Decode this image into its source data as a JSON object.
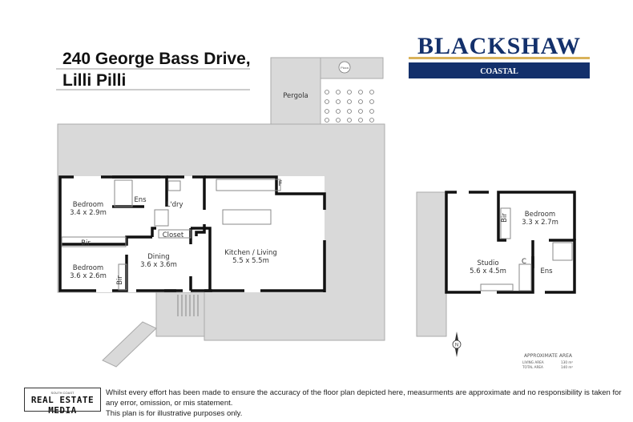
{
  "title": {
    "line1": "240 George Bass Drive,",
    "line2": "Lilli Pilli"
  },
  "brand": {
    "name": "BLACKSHAW",
    "sub": "COASTAL",
    "navy": "#13306b",
    "gold": "#d9b25a"
  },
  "rooms": {
    "pergola": "Pergola",
    "pizza": "Pizza",
    "bedroom1": {
      "name": "Bedroom",
      "size": "3.4 x 2.9m"
    },
    "ens1": "Ens",
    "laundry": "L'dry",
    "closet": "Closet",
    "bir1": "Bir",
    "bedroom2": {
      "name": "Bedroom",
      "size": "3.6 x 2.6m"
    },
    "bir2": "Bir",
    "dining": {
      "name": "Dining",
      "size": "3.6 x 3.6m"
    },
    "kitchen": {
      "name": "Kitchen / Living",
      "size": "5.5 x 5.5m"
    },
    "fridge": "F",
    "bedroom3": {
      "name": "Bedroom",
      "size": "3.3 x 2.7m"
    },
    "bir3": "Bir",
    "studio": {
      "name": "Studio",
      "size": "5.6 x 4.5m"
    },
    "cupboard": "C",
    "ens2": "Ens"
  },
  "compass": "N",
  "area": {
    "heading": "APPROXIMATE AREA",
    "living_label": "LIVING AREA",
    "living_value": "130 m²",
    "total_label": "TOTAL AREA",
    "total_value": "140 m²"
  },
  "footer": {
    "logo_small": "SOUTH COAST",
    "logo_big": "REAL ESTATE MEDIA",
    "disclaimer1": "Whilst every effort has been made to ensure the accuracy of the floor plan depicted here, measurments are approximate and no responsibility is taken for any error, omission, or mis statement.",
    "disclaimer2": "This plan is for illustrative purposes only."
  }
}
